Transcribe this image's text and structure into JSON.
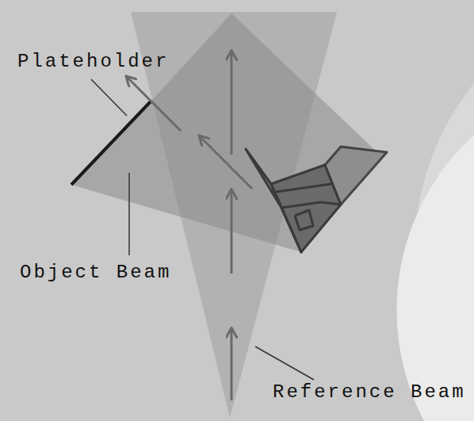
{
  "diagram": {
    "labels": [
      "Plateholder",
      "Object Beam",
      "Reference Beam"
    ]
  }
}
